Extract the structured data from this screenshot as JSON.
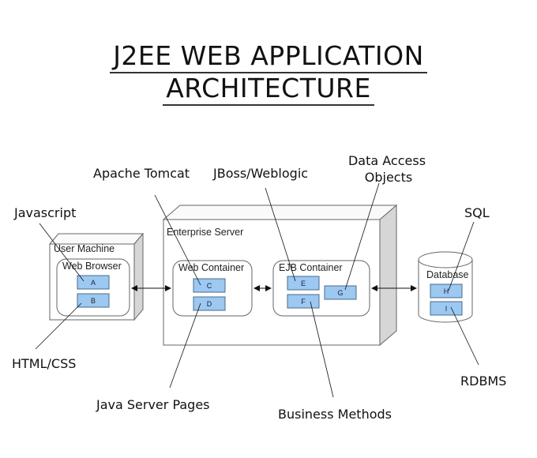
{
  "title": {
    "line1": "J2EE WEB APPLICATION",
    "line2": "ARCHITECTURE"
  },
  "colors": {
    "component_fill": "#9cc8f2",
    "component_stroke": "#4a6b8a",
    "box_stroke": "#555555",
    "side_shade": "#d6d6d6"
  },
  "nodes": {
    "user_machine": "User Machine",
    "web_browser": "Web Browser",
    "enterprise_server": "Enterprise Server",
    "web_container": "Web Container",
    "ejb_container": "EJB Container",
    "database": "Database"
  },
  "components": {
    "a": "A",
    "b": "B",
    "c": "C",
    "d": "D",
    "e": "E",
    "f": "F",
    "g": "G",
    "h": "H",
    "i": "I"
  },
  "callouts": {
    "javascript": "Javascript",
    "html_css": "HTML/CSS",
    "apache_tomcat": "Apache Tomcat",
    "jboss_weblogic": "JBoss/Weblogic",
    "dao_line1": "Data Access",
    "dao_line2": "Objects",
    "sql": "SQL",
    "rdbms": "RDBMS",
    "jsp": "Java Server Pages",
    "business_methods": "Business Methods"
  }
}
